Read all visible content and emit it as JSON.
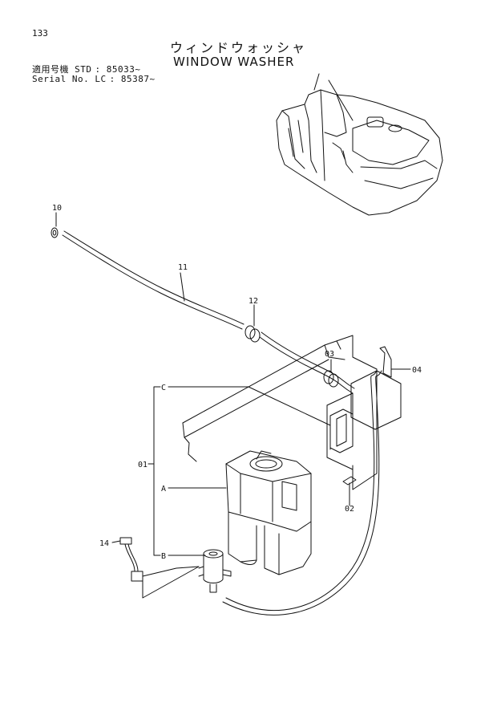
{
  "page": {
    "page_number": "133",
    "title_jp": "ウィンドウォッシャ",
    "title_en": "WINDOW  WASHER"
  },
  "applicability": {
    "line1_label": "適用号機  STD",
    "line1_value": ": 85033~",
    "line2_label": "Serial No.  LC",
    "line2_value": ": 85387~"
  },
  "callouts": {
    "c10": "10",
    "c11": "11",
    "c12": "12",
    "c03": "03",
    "c04": "04",
    "c01": "01",
    "c02": "02",
    "c14": "14",
    "cA": "A",
    "cB": "B",
    "cC": "C"
  }
}
